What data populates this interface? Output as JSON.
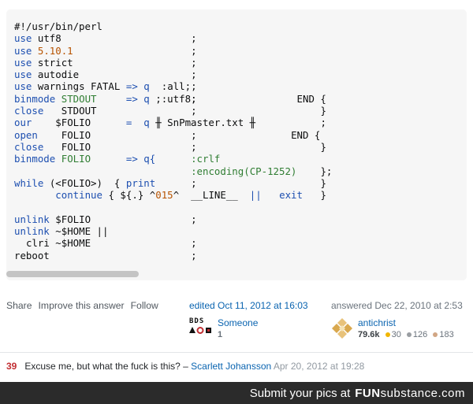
{
  "code": {
    "lines": [
      [
        {
          "t": "#!/usr/bin/perl",
          "x": 0
        }
      ],
      [
        {
          "t": "use",
          "c": "kw",
          "x": 0
        },
        {
          "t": "utf8",
          "x": 4
        },
        {
          "t": ";",
          "x": 30
        }
      ],
      [
        {
          "t": "use",
          "c": "kw",
          "x": 0
        },
        {
          "t": "5.10.1",
          "c": "num",
          "x": 4
        },
        {
          "t": ";",
          "x": 30
        }
      ],
      [
        {
          "t": "use",
          "c": "kw",
          "x": 0
        },
        {
          "t": "strict",
          "x": 4
        },
        {
          "t": ";",
          "x": 30
        }
      ],
      [
        {
          "t": "use",
          "c": "kw",
          "x": 0
        },
        {
          "t": "autodie",
          "x": 4
        },
        {
          "t": ";",
          "x": 30
        }
      ],
      [
        {
          "t": "use",
          "c": "kw",
          "x": 0
        },
        {
          "t": "warnings FATAL",
          "x": 4
        },
        {
          "t": "=> q",
          "c": "op",
          "x": 19
        },
        {
          "t": ":all;",
          "x": 25
        },
        {
          "t": ";",
          "x": 30
        }
      ],
      [
        {
          "t": "binmode",
          "c": "kw",
          "x": 0
        },
        {
          "t": "STDOUT",
          "c": "fh",
          "x": 8
        },
        {
          "t": "=> q",
          "c": "op",
          "x": 19
        },
        {
          "t": ";:utf8;",
          "x": 24
        },
        {
          "t": ";",
          "x": 30
        },
        {
          "t": "END {",
          "x": 48
        }
      ],
      [
        {
          "t": "close",
          "c": "kw",
          "x": 0
        },
        {
          "t": "STDOUT",
          "x": 8
        },
        {
          "t": ";",
          "x": 30
        },
        {
          "t": "}",
          "x": 52
        }
      ],
      [
        {
          "t": "our",
          "c": "kw",
          "x": 0
        },
        {
          "t": "$FOLIO",
          "x": 7
        },
        {
          "t": "=  q",
          "c": "op",
          "x": 19
        },
        {
          "t": "╫ SnPmaster.txt ╫",
          "x": 24
        },
        {
          "t": ";",
          "x": 52
        }
      ],
      [
        {
          "t": "open",
          "c": "kw",
          "x": 0
        },
        {
          "t": "FOLIO",
          "x": 8
        },
        {
          "t": ";",
          "x": 30
        },
        {
          "t": "END {",
          "x": 47
        }
      ],
      [
        {
          "t": "close",
          "c": "kw",
          "x": 0
        },
        {
          "t": "FOLIO",
          "x": 8
        },
        {
          "t": ";",
          "x": 30
        },
        {
          "t": "}",
          "x": 52
        }
      ],
      [
        {
          "t": "binmode",
          "c": "kw",
          "x": 0
        },
        {
          "t": "FOLIO",
          "c": "fh",
          "x": 8
        },
        {
          "t": "=> q{",
          "c": "op",
          "x": 19
        },
        {
          "t": ":crlf",
          "c": "str",
          "x": 30
        }
      ],
      [
        {
          "t": ":encoding(CP-1252)",
          "c": "str",
          "x": 30
        },
        {
          "t": "};",
          "x": 52
        }
      ],
      [
        {
          "t": "while",
          "c": "kw",
          "x": 0
        },
        {
          "t": "(<FOLIO>)  {",
          "x": 6
        },
        {
          "t": "print",
          "c": "kw",
          "x": 19
        },
        {
          "t": ";",
          "x": 30
        },
        {
          "t": "}",
          "x": 52
        }
      ],
      [
        {
          "t": "continue",
          "c": "kw",
          "x": 7
        },
        {
          "t": "{ ${.} ^",
          "x": 16
        },
        {
          "t": "015",
          "c": "ln",
          "x": 24
        },
        {
          "t": "^",
          "x": 27
        },
        {
          "t": "__LINE__",
          "x": 30
        },
        {
          "t": "||",
          "c": "op",
          "x": 40
        },
        {
          "t": "exit",
          "c": "kw",
          "x": 45
        },
        {
          "t": "}",
          "x": 52
        }
      ],
      [],
      [
        {
          "t": "unlink",
          "c": "kw",
          "x": 0
        },
        {
          "t": "$FOLIO",
          "x": 7
        },
        {
          "t": ";",
          "x": 30
        }
      ],
      [
        {
          "t": "unlink",
          "c": "kw",
          "x": 0
        },
        {
          "t": "~$HOME ||",
          "x": 7
        }
      ],
      [
        {
          "t": "clri",
          "x": 2
        },
        {
          "t": "~$HOME",
          "x": 7
        },
        {
          "t": ";",
          "x": 30
        }
      ],
      [
        {
          "t": "reboot",
          "x": 0
        },
        {
          "t": ";",
          "x": 30
        }
      ]
    ]
  },
  "post_menu": {
    "share": "Share",
    "improve": "Improve this answer",
    "follow": "Follow"
  },
  "edited": {
    "action": "edited Oct 11, 2012 at 16:03",
    "avatar_text": "BDS",
    "user": "Someone",
    "rep": "1"
  },
  "answered": {
    "action": "answered Dec 22, 2010 at 2:53",
    "user": "antichrist",
    "rep": "79.6k",
    "gold": "30",
    "silver": "126",
    "bronze": "183"
  },
  "comment": {
    "score": "39",
    "text": "Excuse me, but what the fuck is this? –",
    "user": "Scarlett Johansson",
    "date": "Apr 20, 2012 at 19:28"
  },
  "footer": {
    "text": "Submit your pics at",
    "brand_bold": "FUN",
    "brand_rest": "substance",
    "brand_tld": ".com"
  },
  "colors": {
    "link": "#0a64b0",
    "score": "#c22e32",
    "footer_bg": "#2b2b2b"
  }
}
